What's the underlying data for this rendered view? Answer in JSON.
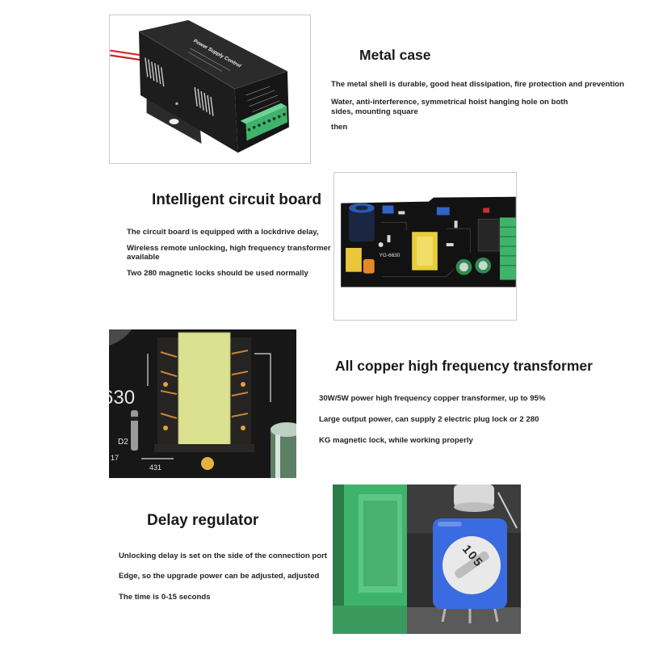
{
  "colors": {
    "page_background": "#ffffff",
    "text": "#1a1a1a",
    "case_black": "#1d1d1d",
    "pcb_black": "#121212",
    "terminal_green": "#3fb36b",
    "transformer_core": "#dbe191",
    "potentiometer_blue": "#3b6be0"
  },
  "sections": [
    {
      "title": "Metal case",
      "lines": [
        "The metal shell is durable, good heat dissipation, fire protection and prevention",
        "Water, anti-interference, symmetrical hoist hanging hole on both",
        "sides, mounting square",
        "then"
      ],
      "photo_text": {
        "case_label": "Power Supply Control"
      }
    },
    {
      "title": "Intelligent circuit board",
      "lines": [
        "The circuit board is equipped with a lockdrive delay,",
        "Wireless remote unlocking, high frequency transformer",
        "available",
        "Two 280 magnetic locks should be used normally"
      ],
      "photo_text": {
        "board_label": "YG-6630"
      }
    },
    {
      "title": "All copper high frequency transformer",
      "lines": [
        "30W/5W power high frequency copper transformer, up to 95%",
        "Large output power, can supply 2 electric plug lock or 2 280",
        "KG magnetic lock, while working properly"
      ],
      "photo_text": {
        "part_number": "630",
        "diode_label": "D2",
        "ref_label": "17",
        "component_label": "431"
      }
    },
    {
      "title": "Delay regulator",
      "lines": [
        "Unlocking delay is set on the side of the connection port",
        "Edge, so the upgrade power can be adjusted, adjusted",
        "The time is 0-15 seconds"
      ],
      "photo_text": {
        "potentiometer_code": "105"
      }
    }
  ]
}
